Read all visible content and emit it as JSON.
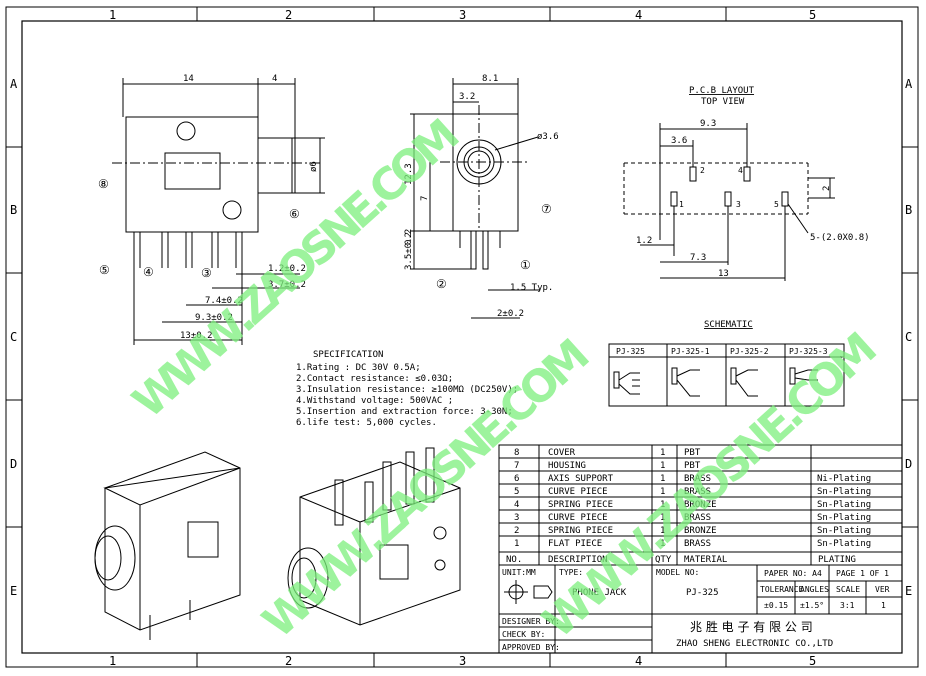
{
  "frame": {
    "col_labels": [
      "1",
      "2",
      "3",
      "4",
      "5"
    ],
    "row_labels": [
      "A",
      "B",
      "C",
      "D",
      "E"
    ]
  },
  "watermark": {
    "text_1": "W W W . Z A O S N E . C O M",
    "text_2": "W W W . Z A O S N E . C O M",
    "text_3": "W W W . Z A O S N E . C O M"
  },
  "side_view": {
    "dim_width": "14",
    "dim_barrel_len": "4",
    "dim_barrel_dia": "ø6",
    "dim_pin_12": "1.2±0.2",
    "dim_pin_37": "3.7±0.2",
    "dim_pin_74": "7.4±0.2",
    "dim_pin_93": "9.3±0.2",
    "dim_pin_13": "13±0.2",
    "callouts": [
      "⑧",
      "⑥",
      "⑤",
      "④",
      "③"
    ]
  },
  "front_view": {
    "dim_width": "8.1",
    "dim_offset": "3.2",
    "dim_hole": "ø3.6",
    "dim_height": "12.3",
    "dim_center": "7",
    "dim_base": "0.2",
    "dim_pin_len": "3.5±0.2",
    "dim_pin_w": "1.5 Typ.",
    "dim_pin_pitch": "2±0.2",
    "callouts": [
      "⑦",
      "①",
      "②"
    ]
  },
  "pcb_layout": {
    "title": "P.C.B LAYOUT",
    "subtitle": "TOP VIEW",
    "dim_93": "9.3",
    "dim_36": "3.6",
    "dim_2": "2",
    "dim_12": "1.2",
    "dim_73": "7.3",
    "dim_13": "13",
    "hole_note": "5-(2.0X0.8)",
    "pins": [
      "1",
      "2",
      "3",
      "4",
      "5"
    ]
  },
  "specification": {
    "title": "SPECIFICATION",
    "lines": [
      "1.Rating : DC 30V 0.5A;",
      "2.Contact resistance: ≤0.03Ω;",
      "3.Insulation resistance: ≥100MΩ (DC250V);",
      "4.Withstand voltage: 500VAC ;",
      "5.Insertion and extraction force: 3-30N;",
      "6.life test: 5,000 cycles."
    ]
  },
  "schematic": {
    "title": "SCHEMATIC",
    "variants": [
      "PJ-325",
      "PJ-325-1",
      "PJ-325-2",
      "PJ-325-3"
    ]
  },
  "bom": {
    "header": [
      "NO.",
      "DESCRIPTION",
      "QTY",
      "MATERIAL",
      "PLATING"
    ],
    "rows": [
      {
        "no": "8",
        "desc": "COVER",
        "qty": "1",
        "mat": "PBT",
        "plating": ""
      },
      {
        "no": "7",
        "desc": "HOUSING",
        "qty": "1",
        "mat": "PBT",
        "plating": ""
      },
      {
        "no": "6",
        "desc": "AXIS SUPPORT",
        "qty": "1",
        "mat": "BRASS",
        "plating": "Ni-Plating"
      },
      {
        "no": "5",
        "desc": "CURVE PIECE",
        "qty": "1",
        "mat": "BRASS",
        "plating": "Sn-Plating"
      },
      {
        "no": "4",
        "desc": "SPRING PIECE",
        "qty": "1",
        "mat": "BRONZE",
        "plating": "Sn-Plating"
      },
      {
        "no": "3",
        "desc": "CURVE PIECE",
        "qty": "1",
        "mat": "BRASS",
        "plating": "Sn-Plating"
      },
      {
        "no": "2",
        "desc": "SPRING PIECE",
        "qty": "1",
        "mat": "BRONZE",
        "plating": "Sn-Plating"
      },
      {
        "no": "1",
        "desc": "FLAT PIECE",
        "qty": "1",
        "mat": "BRASS",
        "plating": "Sn-Plating"
      }
    ]
  },
  "title_block": {
    "unit": "UNIT:MM",
    "type_label": "TYPE:",
    "type_value": "PHONE JACK",
    "model_label": "MODEL NO:",
    "model_value": "PJ-325",
    "paper": "PAPER NO: A4",
    "page": "PAGE 1 OF 1",
    "tolerance_label": "TOLERANCE",
    "angles_label": "ANGLES",
    "scale_label": "SCALE",
    "ver_label": "VER",
    "tolerance_value": "±0.15",
    "angles_value": "±1.5°",
    "scale_value": "3:1",
    "ver_value": "1",
    "designer": "DESIGNER BY:",
    "check": "CHECK    BY:",
    "approved": "APPROVED BY:",
    "company_cn": "兆 胜 电 子 有 限 公 司",
    "company_en": "ZHAO SHENG ELECTRONIC CO.,LTD"
  }
}
